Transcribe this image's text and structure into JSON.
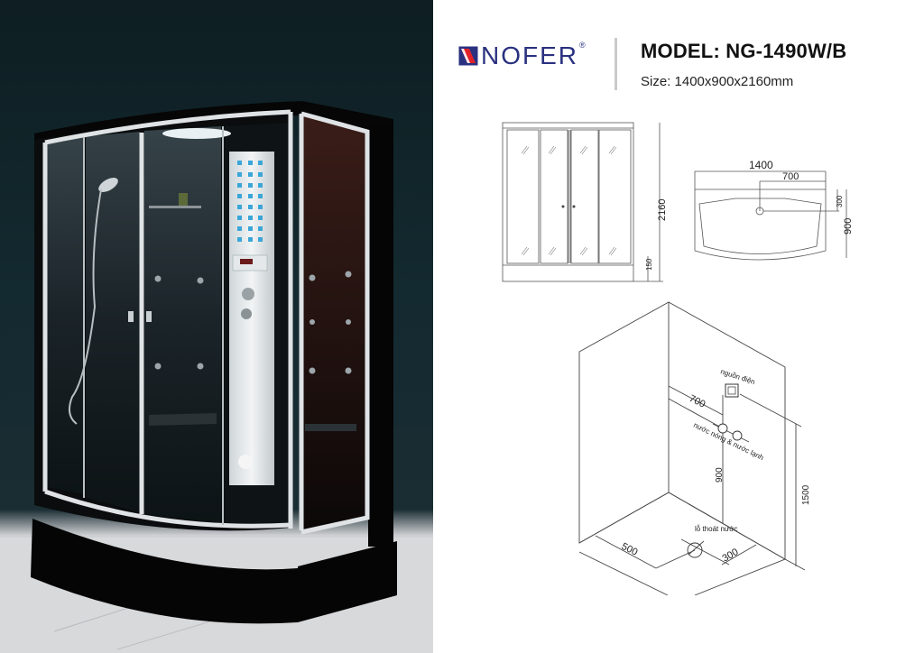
{
  "brand": {
    "name": "NOFER",
    "registered_mark": "®",
    "colors": {
      "blue": "#2a3180",
      "red": "#e02128"
    }
  },
  "product": {
    "model_label": "MODEL: NG-1490W/B",
    "size_label": "Size: 1400x900x2160mm"
  },
  "photo": {
    "description": "Black steam shower cabin with aluminium frame, glass sliding doors, white control panel with blue jets",
    "colors": {
      "wall": "#12262b",
      "floor": "#dcdcde",
      "cabin": "#050505",
      "frame": "#d9dde0"
    }
  },
  "drawings": {
    "front_elevation": {
      "height_label": "2160",
      "base_label": "150"
    },
    "plan_view": {
      "width_label": "1400",
      "center_label": "700",
      "offset_label": "300",
      "depth_label": "900"
    },
    "installation_view": {
      "power_label": "nguồn điện",
      "water_label": "nước nóng & nước lạnh",
      "drain_label": "lỗ thoát nước",
      "dim_700": "700",
      "dim_900": "900",
      "dim_1500": "1500",
      "dim_500": "500",
      "dim_300": "300"
    }
  }
}
